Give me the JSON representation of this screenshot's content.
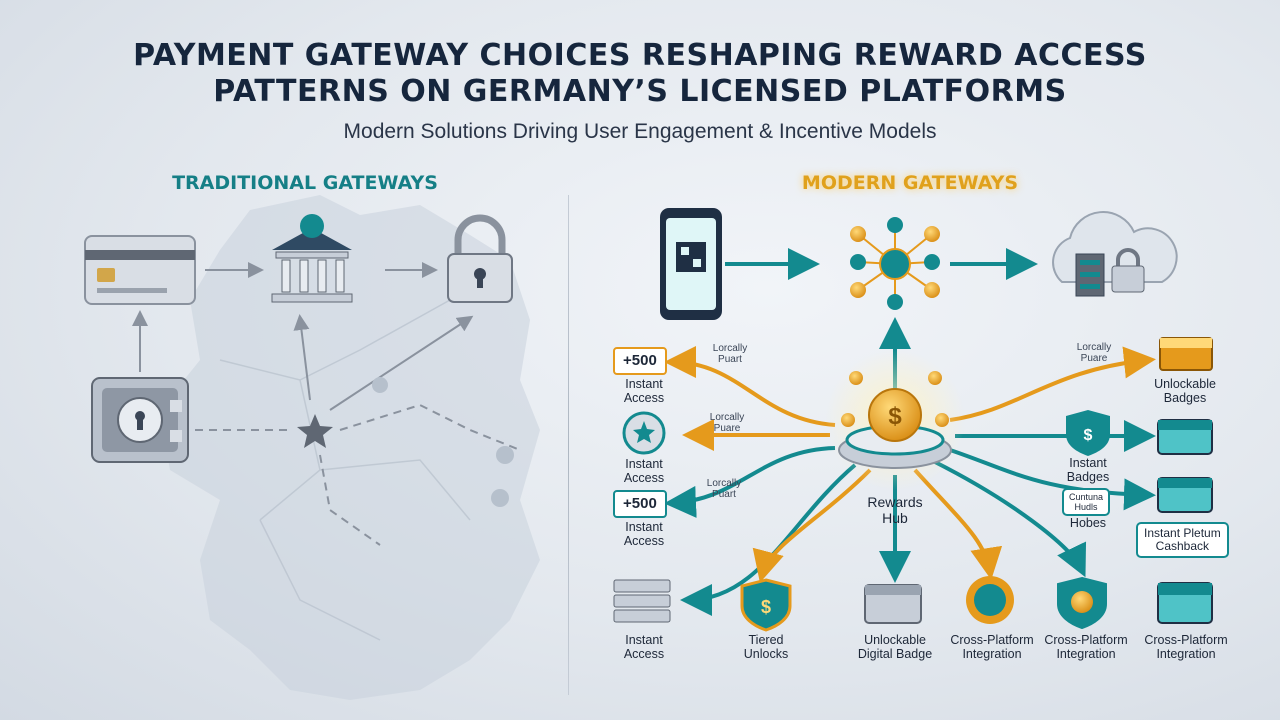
{
  "header": {
    "title_line1": "PAYMENT GATEWAY CHOICES RESHAPING REWARD ACCESS",
    "title_line2": "PATTERNS ON GERMANY’S LICENSED PLATFORMS",
    "subtitle": "Modern Solutions Driving User Engagement & Incentive Models"
  },
  "traditional": {
    "label": "TRADITIONAL GATEWAYS",
    "icons": [
      "credit-card-icon",
      "bank-icon",
      "padlock-icon",
      "safe-vault-icon",
      "star-node-icon"
    ]
  },
  "modern": {
    "label": "MODERN GATEWAYS",
    "icons": [
      "qr-phone-icon",
      "token-network-icon",
      "cloud-server-lock-icon",
      "coin-hub-icon"
    ],
    "hub_label_line1": "Rewards",
    "hub_label_line2": "Hub",
    "left": [
      {
        "badge": "+500",
        "line1": "Instant",
        "line2": "Access"
      },
      {
        "line1": "Instant",
        "line2": "Access"
      },
      {
        "badge": "+500",
        "line1": "Instant",
        "line2": "Access"
      }
    ],
    "loyalty_labels": [
      "Lorcally\nPuart",
      "Lorcally\nPuare",
      "Lorcally\nPuart",
      "Lorcally\nPuare"
    ],
    "right": [
      {
        "line1": "Unlockable",
        "line2": "Badges"
      },
      {
        "line1": "Instant",
        "line2": "Badges"
      },
      {
        "tag1": "Cuntuna",
        "tag2": "Hudls",
        "line1": "Hobes"
      },
      {
        "tag1": "Instant Pletum",
        "tag2": "Cashback"
      }
    ],
    "bottom": [
      {
        "line1": "Instant",
        "line2": "Access"
      },
      {
        "line1": "Tiered",
        "line2": "Unlocks"
      },
      {
        "line1": "Unlockable",
        "line2": "Digital Badge"
      },
      {
        "line1": "Cross-Platform",
        "line2": "Integration"
      },
      {
        "line1": "Cross-Platform",
        "line2": "Integration"
      },
      {
        "line1": "Cross-Platform",
        "line2": "Integration"
      }
    ]
  },
  "colors": {
    "teal": "#138a8f",
    "gold": "#e59a1c",
    "navy": "#16263d",
    "grey_arrow": "#8a929e"
  }
}
